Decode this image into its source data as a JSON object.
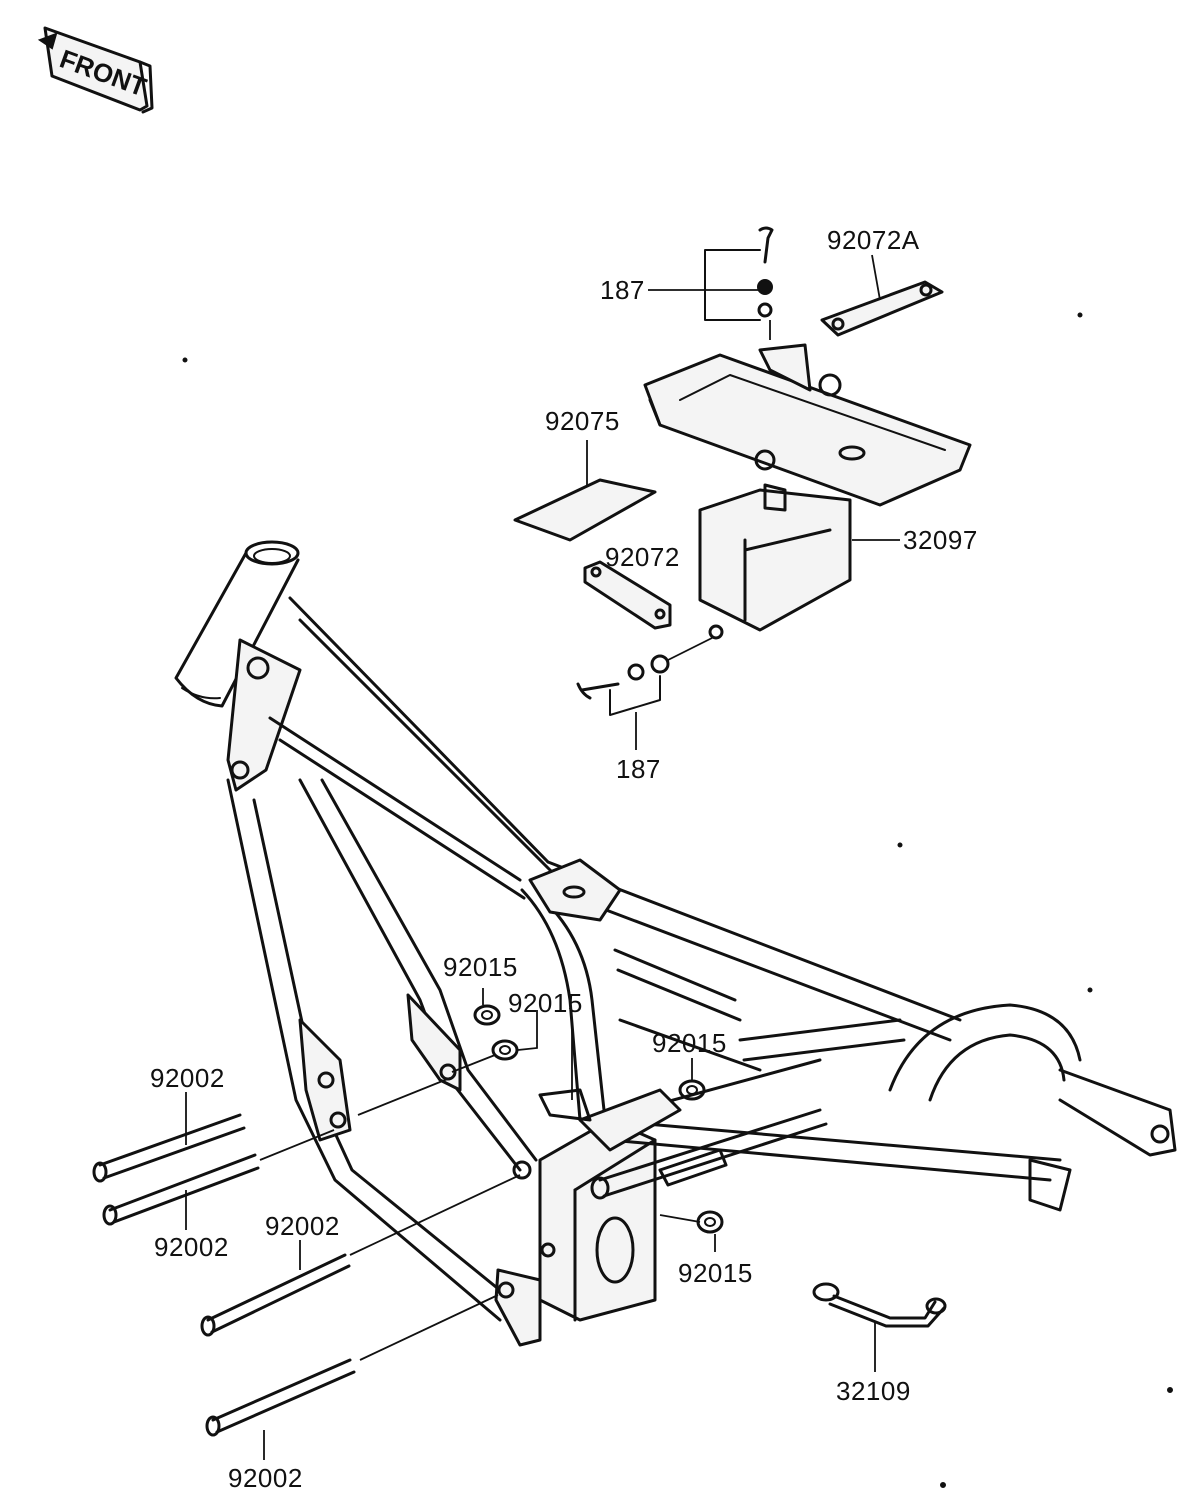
{
  "front_badge": {
    "text": "FRONT"
  },
  "labels": {
    "top_screw_ref": "187",
    "battery_strap_upper": "92072A",
    "battery_pad": "92075",
    "battery_case": "32097",
    "battery_strap_lower": "92072",
    "lower_screw_ref": "187",
    "bush_upper_left": "92015",
    "bush_upper_right": "92015",
    "bush_middle": "92015",
    "bush_lower": "92015",
    "bolt_1": "92002",
    "bolt_2": "92002",
    "bolt_3": "92002",
    "bolt_4": "92002",
    "ground_lead": "32109"
  },
  "colors": {
    "ink": "#111111",
    "paper": "#ffffff"
  }
}
